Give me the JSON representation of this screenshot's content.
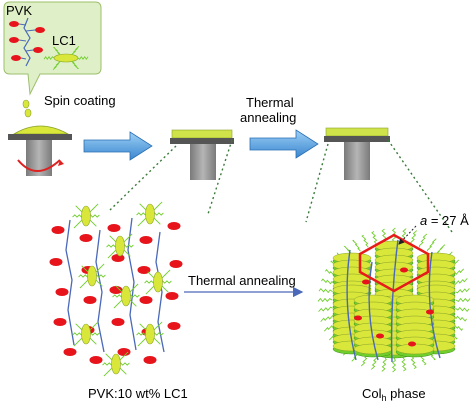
{
  "labels": {
    "pvk": "PVK",
    "lc1": "LC1",
    "spin_coating": "Spin coating",
    "thermal_line1": "Thermal",
    "thermal_line2": "annealing",
    "thermal_annealing": "Thermal annealing",
    "a_prefix": "a",
    "a_value": " = 27 Å",
    "mixture_label": "PVK:10 wt% LC1",
    "phase_main": "Col",
    "phase_sub": "h",
    "phase_suffix": " phase"
  },
  "colors": {
    "ellipse_red": "#e8141c",
    "lc_yellow": "#d9e63a",
    "lc_green": "#6fce2b",
    "chain_blue": "#4a69b8",
    "arrow_blue": "#5ba3e0",
    "substrate": "#8a8a8a",
    "hexagon": "#e81b1b",
    "film": "#cfe24a"
  }
}
